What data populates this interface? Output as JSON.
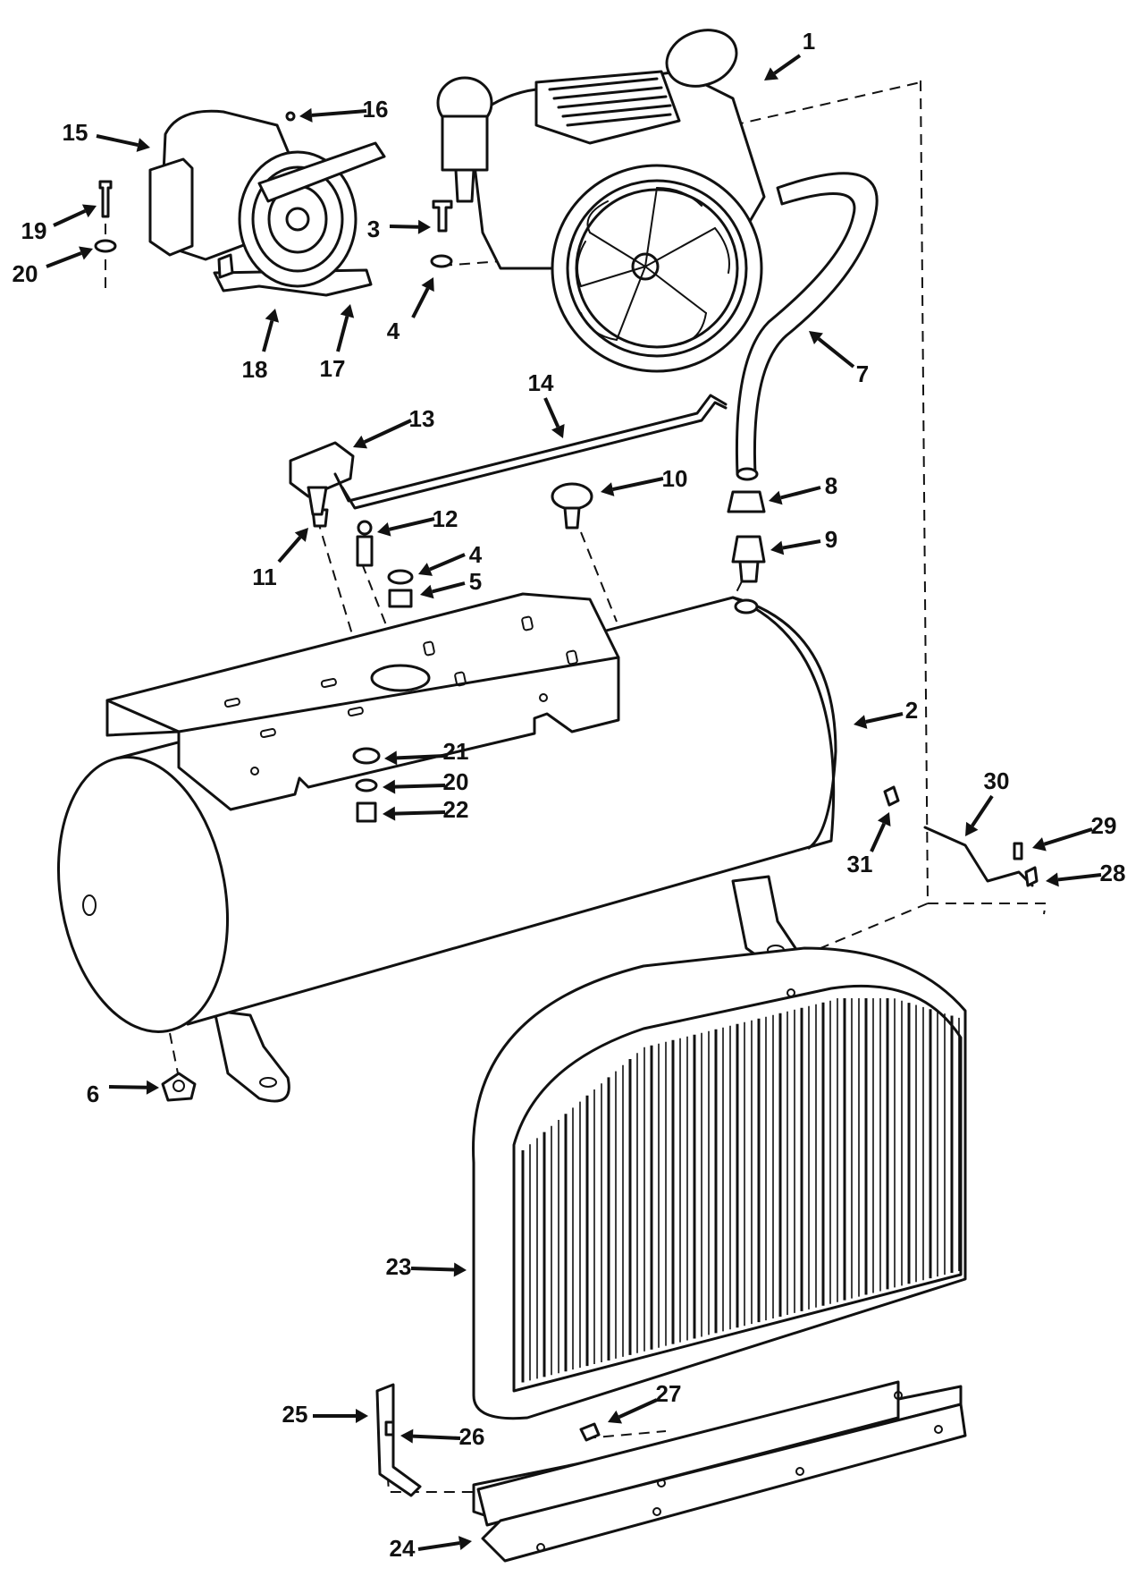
{
  "diagram": {
    "parts": [
      {
        "id": "compressor-pump",
        "label": "1"
      },
      {
        "id": "air-tank",
        "label": "2"
      },
      {
        "id": "pump-bolt",
        "label": "3"
      },
      {
        "id": "pump-washer",
        "label": "4"
      },
      {
        "id": "tank-washer",
        "label": "4"
      },
      {
        "id": "tank-nut",
        "label": "5"
      },
      {
        "id": "drain-valve",
        "label": "6"
      },
      {
        "id": "discharge-tube",
        "label": "7"
      },
      {
        "id": "tube-nut",
        "label": "8"
      },
      {
        "id": "tube-fitting",
        "label": "9"
      },
      {
        "id": "pressure-gauge",
        "label": "10"
      },
      {
        "id": "switch-fitting",
        "label": "11"
      },
      {
        "id": "safety-valve",
        "label": "12"
      },
      {
        "id": "pressure-switch",
        "label": "13"
      },
      {
        "id": "unloader-tube",
        "label": "14"
      },
      {
        "id": "motor",
        "label": "15"
      },
      {
        "id": "motor-key",
        "label": "16"
      },
      {
        "id": "motor-mount",
        "label": "17"
      },
      {
        "id": "motor-pulley",
        "label": "18"
      },
      {
        "id": "motor-bolt",
        "label": "19"
      },
      {
        "id": "motor-washer",
        "label": "20"
      },
      {
        "id": "tank-lock-washer",
        "label": "20"
      },
      {
        "id": "tank-flat-washer",
        "label": "21"
      },
      {
        "id": "tank-hex-nut",
        "label": "22"
      },
      {
        "id": "belt-guard",
        "label": "23"
      },
      {
        "id": "guard-base-bracket",
        "label": "24"
      },
      {
        "id": "guard-clip",
        "label": "25"
      },
      {
        "id": "clip-screw",
        "label": "26"
      },
      {
        "id": "guard-screw",
        "label": "27"
      },
      {
        "id": "rod-nut",
        "label": "28"
      },
      {
        "id": "rod-screw",
        "label": "29"
      },
      {
        "id": "guard-support-rod",
        "label": "30"
      },
      {
        "id": "rod-bolt",
        "label": "31"
      }
    ]
  }
}
